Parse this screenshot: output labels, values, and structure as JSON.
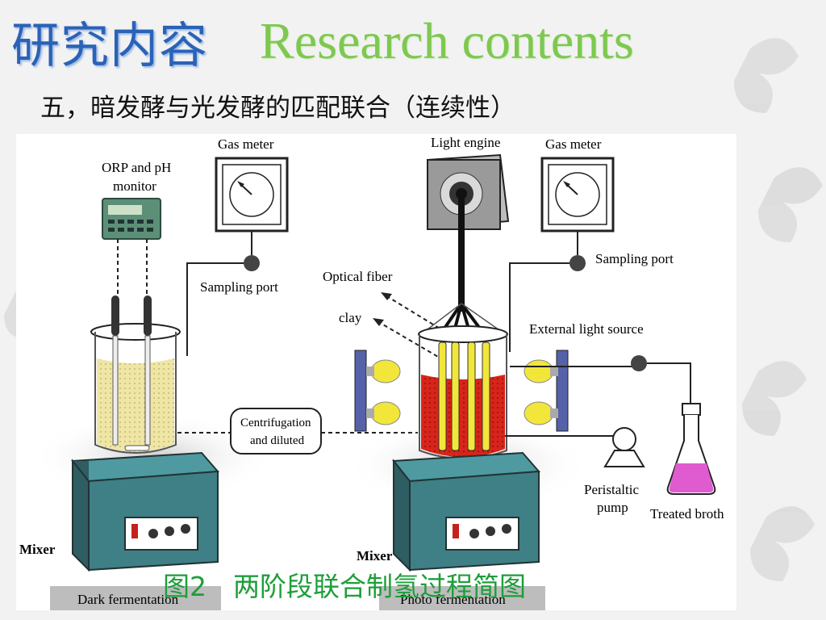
{
  "header": {
    "title_cn": "研究内容",
    "title_en": "Research contents",
    "subtitle": "五，暗发酵与光发酵的匹配联合（连续性）"
  },
  "diagram": {
    "labels": {
      "gas_meter_left": "Gas meter",
      "gas_meter_right": "Gas meter",
      "light_engine": "Light engine",
      "orp_line1": "ORP and pH",
      "orp_line2": "monitor",
      "sampling_port_left": "Sampling port",
      "sampling_port_right": "Sampling port",
      "optical_fiber": "Optical fiber",
      "clay": "clay",
      "external_light_source": "External light source",
      "centrifugation_line1": "Centrifugation",
      "centrifugation_line2": "and diluted",
      "peristaltic_line1": "Peristaltic",
      "peristaltic_line2": "pump",
      "treated_broth": "Treated broth",
      "mixer_left": "Mixer",
      "mixer_right": "Mixer",
      "dark_fermentation": "Dark fermentation",
      "photo_fermentation": "Photo fermentation"
    },
    "colors": {
      "dark_liquid": "#efe6a6",
      "photo_liquid": "#d8241a",
      "stirrer_body": "#3f7f86",
      "bulb": "#f2e63a",
      "broth": "#e05ad0"
    }
  },
  "caption": "图2　两阶段联合制氢过程简图"
}
